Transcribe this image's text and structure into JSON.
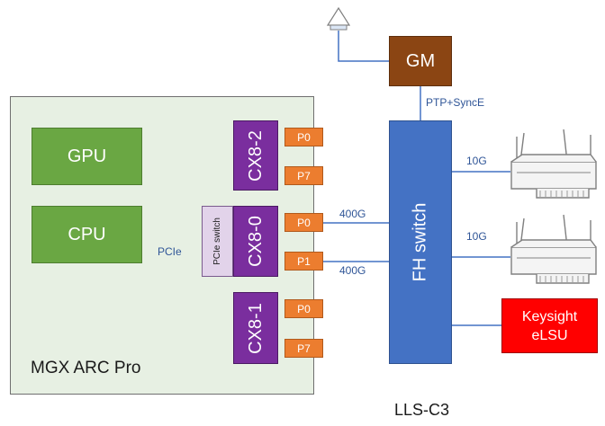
{
  "diagram": {
    "chassis_label": "MGX ARC Pro",
    "gpu_label": "GPU",
    "cpu_label": "CPU",
    "pcie_label": "PCIe",
    "pcie_switch_label": "PCIe switch",
    "nics": [
      {
        "label": "CX8-2",
        "ports": [
          "P0",
          "P7"
        ]
      },
      {
        "label": "CX8-0",
        "ports": [
          "P0",
          "P1"
        ]
      },
      {
        "label": "CX8-1",
        "ports": [
          "P0",
          "P7"
        ]
      }
    ],
    "link_speed_400g_top": "400G",
    "link_speed_400g_bottom": "400G",
    "fh_switch_label": "FH switch",
    "gm_label": "GM",
    "ptp_label": "PTP+SyncE",
    "ru_link_top": "10G",
    "ru_link_bottom": "10G",
    "keysight_line1": "Keysight",
    "keysight_line2": "eLSU",
    "site_label": "LLS-C3"
  },
  "colors": {
    "line": "#4472c4",
    "green": "#6aa743",
    "purple": "#7a2e9e",
    "orange": "#ec7d2f",
    "blue": "#4472c4",
    "brown": "#8b4513",
    "red": "#ff0000"
  },
  "icons": [
    "gps-antenna-icon",
    "radio-unit-icon"
  ]
}
